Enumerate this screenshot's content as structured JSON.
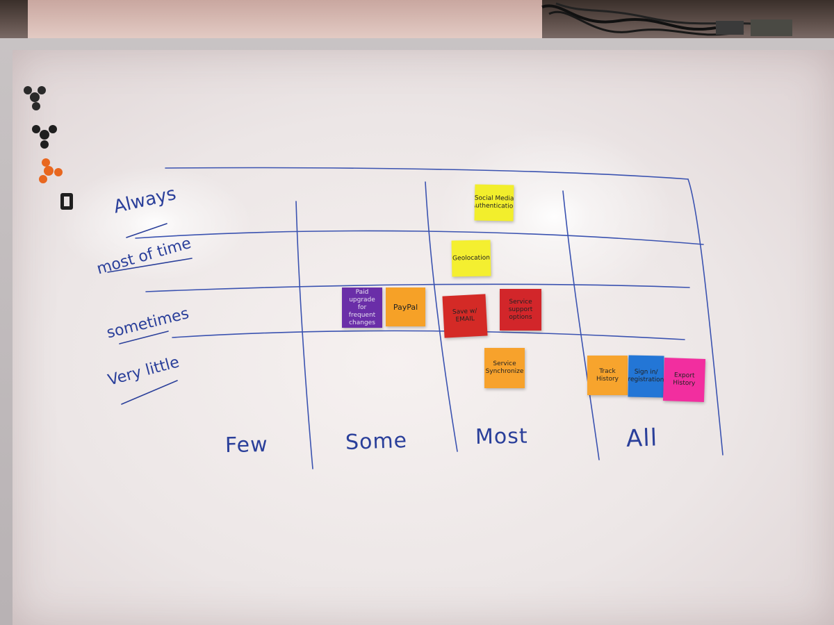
{
  "whiteboard": {
    "row_labels": [
      {
        "id": "always",
        "text": "Always"
      },
      {
        "id": "most-of-time",
        "text": "most of time"
      },
      {
        "id": "sometimes",
        "text": "sometimes"
      },
      {
        "id": "very-little",
        "text": "Very little"
      }
    ],
    "column_labels": [
      {
        "id": "few",
        "text": "Few"
      },
      {
        "id": "some",
        "text": "Some"
      },
      {
        "id": "most",
        "text": "Most"
      },
      {
        "id": "all",
        "text": "All"
      }
    ],
    "sticky_notes": [
      {
        "id": "social-media-auth",
        "text": "Social Media Authentication",
        "color": "#f2ee2c"
      },
      {
        "id": "geolocation",
        "text": "Geolocation",
        "color": "#f4ef30"
      },
      {
        "id": "paid-upgrade",
        "text": "Paid upgrade for frequent changes",
        "color": "#6a2ea8"
      },
      {
        "id": "paypal",
        "text": "PayPal",
        "color": "#f6a127"
      },
      {
        "id": "save-email",
        "text": "Save w/ EMAIL",
        "color": "#d42a26"
      },
      {
        "id": "service-support",
        "text": "Service support options",
        "color": "#d2262a"
      },
      {
        "id": "service-sync",
        "text": "Service Synchronize",
        "color": "#f7a22c"
      },
      {
        "id": "track-history",
        "text": "Track History",
        "color": "#f7a42d"
      },
      {
        "id": "sign-in",
        "text": "Sign in/ registration",
        "color": "#2376d6"
      },
      {
        "id": "export-history",
        "text": "Export History",
        "color": "#f22e9f"
      }
    ],
    "ink_color": "#2a3f9a"
  }
}
